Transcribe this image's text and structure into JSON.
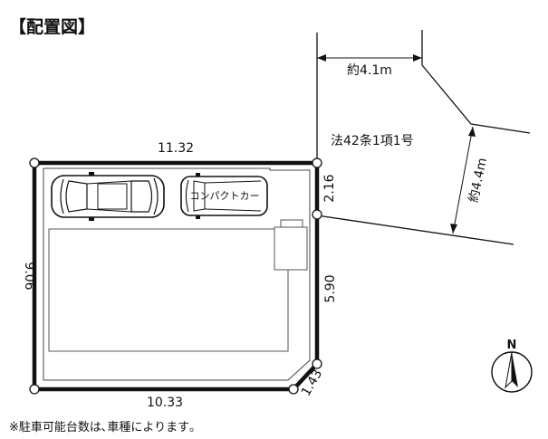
{
  "title": "【配置図】",
  "dimensions": {
    "top": "11.32",
    "left": "9.06",
    "bottom": "10.33",
    "right_upper": "2.16",
    "right_lower": "5.90",
    "corner": "1.43"
  },
  "road": {
    "width_top": "約4.1m",
    "width_side": "約4.4m",
    "designation": "法42条1項1号"
  },
  "car_label": "コンパクトカー",
  "compass": {
    "label": "N"
  },
  "footnote": "※駐車可能台数は､車種によります｡"
}
